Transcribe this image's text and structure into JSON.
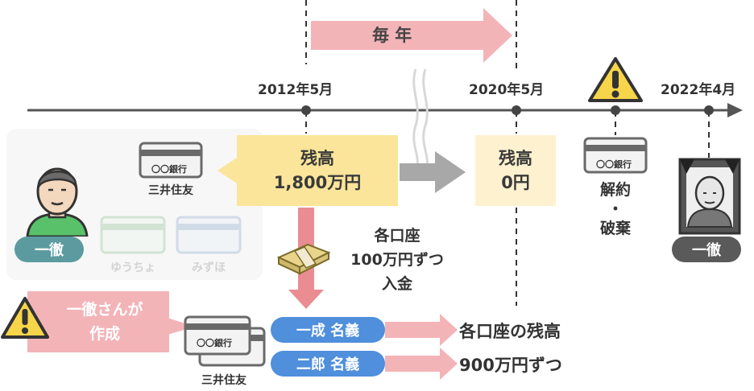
{
  "timeline": {
    "dates": [
      "2012年5月",
      "2020年5月",
      "2022年4月"
    ],
    "every_year_label": "毎 年"
  },
  "balance_start": {
    "title": "残高",
    "amount": "1,800万円"
  },
  "balance_end": {
    "title": "残高",
    "amount": "0円"
  },
  "card_text": "〇〇銀行",
  "bank_top": "三井住友",
  "bank_bottom": "三井住友",
  "faded_banks": [
    "ゆうちょ",
    "みずほ"
  ],
  "person_left": "一徹",
  "person_right": "一徹",
  "cancel": {
    "line1": "解約",
    "dot": "・",
    "line2": "破棄"
  },
  "deposit": {
    "line1": "各口座",
    "line2": "100万円ずつ",
    "line3": "入金"
  },
  "created_by": {
    "line1": "一徹さんが",
    "line2": "作成"
  },
  "accounts": [
    "一成 名義",
    "二郎 名義"
  ],
  "result": {
    "line1": "各口座の残高",
    "line2": "900万円ずつ"
  },
  "colors": {
    "pink": "#f3b4b8",
    "pink_dark": "#e98d93",
    "yellow": "#fbe59a",
    "teal": "#5b9ba0",
    "blue": "#4f8fdc",
    "gray": "#5a5a5a"
  }
}
